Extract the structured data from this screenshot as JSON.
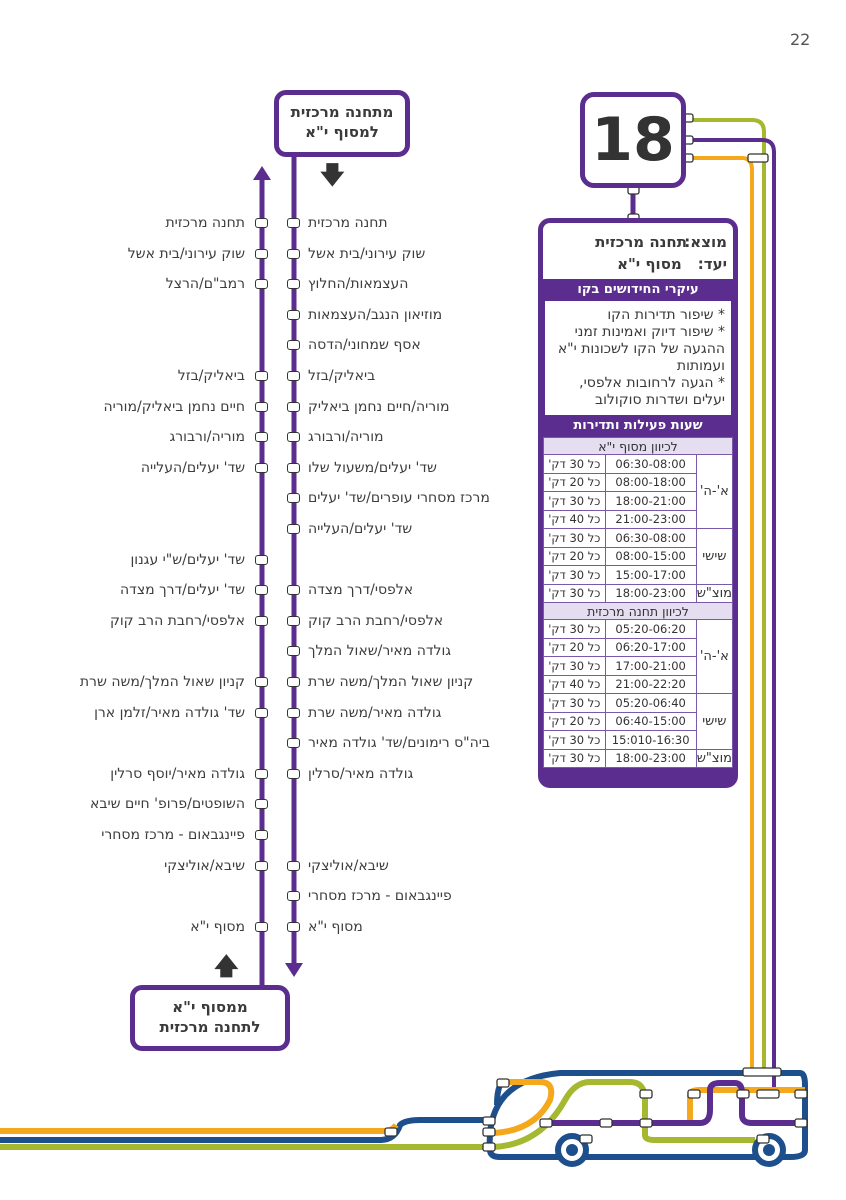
{
  "page_number": "22",
  "line_number": "18",
  "colors": {
    "purple": "#5b2d8e",
    "yellow": "#f5a81c",
    "green": "#a5b82f",
    "navy": "#1d4f8c"
  },
  "outbound_box": {
    "line1": "מתחנה מרכזית",
    "line2": "למסוף י\"א"
  },
  "return_box": {
    "line1": "ממסוף י\"א",
    "line2": "לתחנה מרכזית"
  },
  "stations": [
    {
      "out": "תחנה מרכזית",
      "ret": "תחנה מרכזית"
    },
    {
      "out": "שוק עירוני/בית אשל",
      "ret": "שוק עירוני/בית אשל"
    },
    {
      "out": "העצמאות/החלוץ",
      "ret": "רמב\"ם/הרצל"
    },
    {
      "out": "מוזיאון הנגב/העצמאות",
      "ret": null
    },
    {
      "out": "אסף שמחוני/הדסה",
      "ret": null
    },
    {
      "out": "ביאליק/בזל",
      "ret": "ביאליק/בזל"
    },
    {
      "out": "מוריה/חיים נחמן ביאליק",
      "ret": "חיים נחמן ביאליק/מוריה"
    },
    {
      "out": "מוריה/ורבורג",
      "ret": "מוריה/ורבורג"
    },
    {
      "out": "שד' יעלים/משעול שלו",
      "ret": "שד' יעלים/העלייה"
    },
    {
      "out": "מרכז מסחרי עופרים/שד' יעלים",
      "ret": null
    },
    {
      "out": "שד' יעלים/העלייה",
      "ret": null
    },
    {
      "out": null,
      "ret": "שד' יעלים/ש\"י עגנון"
    },
    {
      "out": "אלפסי/דרך מצדה",
      "ret": "שד' יעלים/דרך מצדה"
    },
    {
      "out": "אלפסי/רחבת הרב קוק",
      "ret": "אלפסי/רחבת הרב קוק"
    },
    {
      "out": "גולדה מאיר/שאול המלך",
      "ret": null
    },
    {
      "out": "קניון שאול המלך/משה שרת",
      "ret": "קניון שאול המלך/משה שרת"
    },
    {
      "out": "גולדה מאיר/משה שרת",
      "ret": "שד' גולדה מאיר/זלמן ארן"
    },
    {
      "out": "ביה\"ס רימונים/שד' גולדה מאיר",
      "ret": null
    },
    {
      "out": "גולדה מאיר/סרלין",
      "ret": "גולדה מאיר/יוסף סרלין"
    },
    {
      "out": null,
      "ret": "השופטים/פרופ' חיים שיבא"
    },
    {
      "out": null,
      "ret": "פיינגבאום - מרכז מסחרי"
    },
    {
      "out": "שיבא/אוליצקי",
      "ret": "שיבא/אוליצקי"
    },
    {
      "out": "פיינגבאום - מרכז מסחרי",
      "ret": null
    },
    {
      "out": "מסוף י\"א",
      "ret": "מסוף י\"א"
    }
  ],
  "info": {
    "origin_label": "מוצא:",
    "origin": "תחנה מרכזית",
    "dest_label": "יעד:",
    "dest": "מסוף י\"א",
    "news_title": "עיקרי החידושים בקו",
    "news": [
      "* שיפור תדירות הקו",
      "* שיפור דיוק ואמינות זמני ההגעה של הקו לשכונות י\"א ועמותות",
      "* הגעה לרחובות אלפסי, יעלים ושדרות סוקולוב"
    ],
    "schedule_title": "שעות פעילות ותדירות",
    "directions": [
      {
        "title": "לכיוון מסוף י\"א",
        "groups": [
          {
            "day": "א'-ה'",
            "rows": [
              [
                "06:30-08:00",
                "כל 30 דק'"
              ],
              [
                "08:00-18:00",
                "כל 20 דק'"
              ],
              [
                "18:00-21:00",
                "כל 30 דק'"
              ],
              [
                "21:00-23:00",
                "כל 40 דק'"
              ]
            ]
          },
          {
            "day": "שישי",
            "rows": [
              [
                "06:30-08:00",
                "כל 30 דק'"
              ],
              [
                "08:00-15:00",
                "כל 20 דק'"
              ],
              [
                "15:00-17:00",
                "כל 30 דק'"
              ]
            ]
          },
          {
            "day": "מוצ\"ש",
            "rows": [
              [
                "18:00-23:00",
                "כל 30 דק'"
              ]
            ]
          }
        ]
      },
      {
        "title": "לכיוון תחנה מרכזית",
        "groups": [
          {
            "day": "א'-ה'",
            "rows": [
              [
                "05:20-06:20",
                "כל 30 דק'"
              ],
              [
                "06:20-17:00",
                "כל 20 דק'"
              ],
              [
                "17:00-21:00",
                "כל 30 דק'"
              ],
              [
                "21:00-22:20",
                "כל 40 דק'"
              ]
            ]
          },
          {
            "day": "שישי",
            "rows": [
              [
                "05:20-06:40",
                "כל 30 דק'"
              ],
              [
                "06:40-15:00",
                "כל 20 דק'"
              ],
              [
                "15:010-16:30",
                "כל 30 דק'"
              ]
            ]
          },
          {
            "day": "מוצ\"ש",
            "rows": [
              [
                "18:00-23:00",
                "כל 30 דק'"
              ]
            ]
          }
        ]
      }
    ]
  }
}
